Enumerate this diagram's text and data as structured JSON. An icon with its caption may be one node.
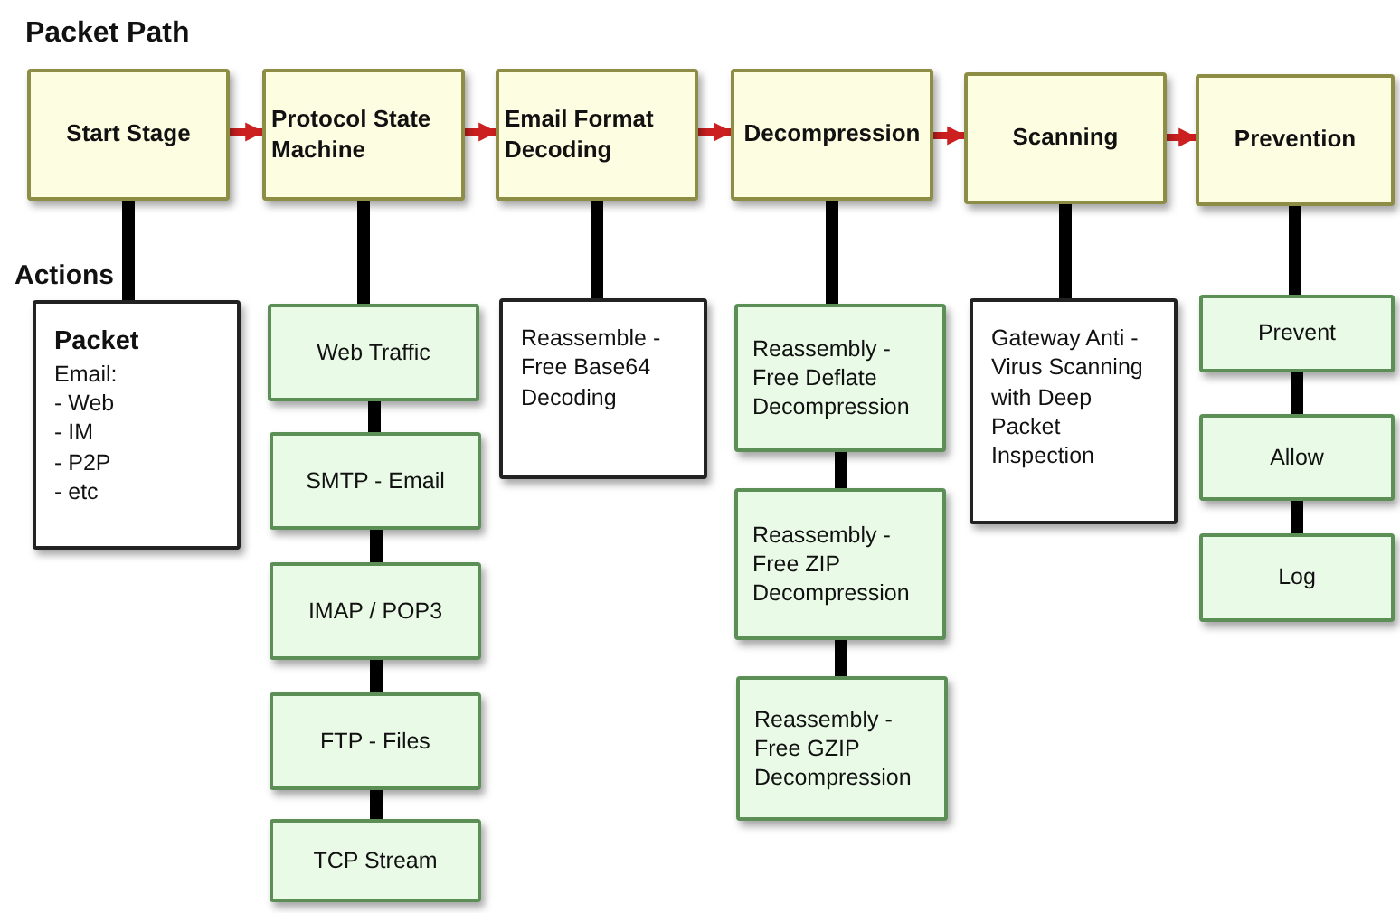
{
  "diagram": {
    "title": "Packet Path",
    "nodes": [
      {
        "text": [
          "Start Stage"
        ]
      },
      {
        "text": [
          "Protocol State Machine"
        ]
      },
      {
        "text": [
          "Email Format Decoding"
        ]
      },
      {
        "text": [
          "Decompression"
        ]
      },
      {
        "text": [
          "Scanning"
        ]
      },
      {
        "text": [
          "Prevention"
        ]
      },
      {
        "text": [
          "Packet",
          "Email:",
          "- Web",
          "- IM",
          "- P2P",
          "- etc"
        ]
      },
      {
        "text": [
          "Web Traffic"
        ]
      },
      {
        "text": [
          "SMTP - Email"
        ]
      },
      {
        "text": [
          "IMAP / POP3"
        ]
      },
      {
        "text": [
          "FTP - Files"
        ]
      },
      {
        "text": [
          "TCP Stream"
        ]
      },
      {
        "text": [
          "Reassemble - Free Base64 Decoding"
        ]
      },
      {
        "text": [
          "Reassembly - Free Deflate Decompression"
        ]
      },
      {
        "text": [
          "Reassembly - Free ZIP Decompression"
        ]
      },
      {
        "text": [
          "Reassembly - Free GZIP Decompression"
        ]
      },
      {
        "text": [
          "Gateway Anti - Virus Scanning with Deep Packet Inspection"
        ]
      },
      {
        "text": [
          "Prevent"
        ]
      },
      {
        "text": [
          "Allow"
        ]
      },
      {
        "text": [
          "Log"
        ]
      }
    ],
    "edges": [
      {
        "from": 0,
        "to": 1,
        "arrow": "to",
        "color": "#cc1f1f"
      },
      {
        "from": 1,
        "to": 2,
        "arrow": "to",
        "color": "#cc1f1f"
      },
      {
        "from": 2,
        "to": 3,
        "arrow": "to",
        "color": "#cc1f1f"
      },
      {
        "from": 3,
        "to": 4,
        "arrow": "to",
        "color": "#cc1f1f"
      },
      {
        "from": 4,
        "to": 5,
        "arrow": "to",
        "color": "#cc1f1f"
      },
      {
        "from": 0,
        "to": 6,
        "arrow": "none"
      },
      {
        "from": 1,
        "to": 7,
        "arrow": "none"
      },
      {
        "from": 7,
        "to": 8,
        "arrow": "none"
      },
      {
        "from": 8,
        "to": 9,
        "arrow": "none"
      },
      {
        "from": 9,
        "to": 10,
        "arrow": "none"
      },
      {
        "from": 10,
        "to": 11,
        "arrow": "none"
      },
      {
        "from": 2,
        "to": 12,
        "arrow": "none"
      },
      {
        "from": 3,
        "to": 13,
        "arrow": "none"
      },
      {
        "from": 13,
        "to": 14,
        "arrow": "none"
      },
      {
        "from": 14,
        "to": 15,
        "arrow": "none"
      },
      {
        "from": 4,
        "to": 16,
        "arrow": "none"
      },
      {
        "from": 5,
        "to": 17,
        "arrow": "none"
      },
      {
        "from": 17,
        "to": 18,
        "arrow": "none"
      },
      {
        "from": 18,
        "to": 19,
        "arrow": "none"
      }
    ],
    "labels": [
      "Actions"
    ]
  }
}
